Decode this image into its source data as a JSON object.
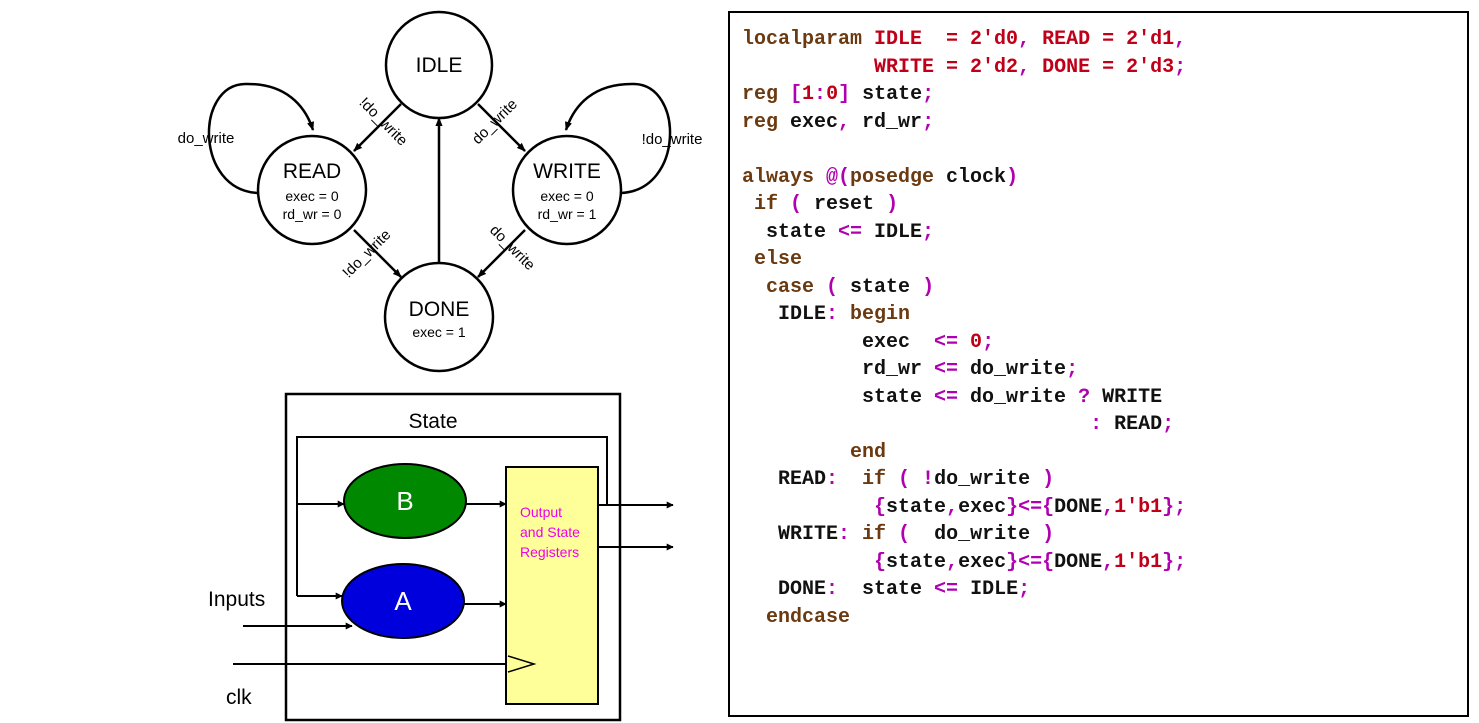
{
  "state_diagram": {
    "states": [
      {
        "id": "idle",
        "name": "IDLE",
        "outputs": []
      },
      {
        "id": "read",
        "name": "READ",
        "outputs": [
          "exec = 0",
          "rd_wr = 0"
        ]
      },
      {
        "id": "write",
        "name": "WRITE",
        "outputs": [
          "exec = 0",
          "rd_wr = 1"
        ]
      },
      {
        "id": "done",
        "name": "DONE",
        "outputs": [
          "exec = 1"
        ]
      }
    ],
    "transitions": [
      {
        "from": "idle",
        "to": "read",
        "label": "!do_write"
      },
      {
        "from": "idle",
        "to": "write",
        "label": "do_write"
      },
      {
        "from": "read",
        "to": "read",
        "label": "do_write"
      },
      {
        "from": "write",
        "to": "write",
        "label": "!do_write"
      },
      {
        "from": "read",
        "to": "done",
        "label": "!do_write"
      },
      {
        "from": "write",
        "to": "done",
        "label": "do_write"
      },
      {
        "from": "done",
        "to": "idle",
        "label": ""
      }
    ]
  },
  "block_diagram": {
    "title": "State",
    "block_b": "B",
    "block_a": "A",
    "register_label": [
      "Output",
      "and State",
      "Registers"
    ],
    "inputs_label": "Inputs",
    "clk_label": "clk",
    "colors": {
      "block_b": "#008800",
      "block_a": "#0000dd",
      "register": "#ffff99",
      "register_text": "#ee00ee"
    }
  },
  "code": {
    "lines": [
      [
        [
          "kw",
          "localparam "
        ],
        [
          "num",
          "IDLE  = 2'd0"
        ],
        [
          "op",
          ", "
        ],
        [
          "num",
          "READ = 2'd1"
        ],
        [
          "op",
          ","
        ]
      ],
      [
        [
          "id",
          "           "
        ],
        [
          "num",
          "WRITE = 2'd2"
        ],
        [
          "op",
          ", "
        ],
        [
          "num",
          "DONE = 2'd3"
        ],
        [
          "op",
          ";"
        ]
      ],
      [
        [
          "kw",
          "reg "
        ],
        [
          "op",
          "["
        ],
        [
          "num",
          "1"
        ],
        [
          "op",
          ":"
        ],
        [
          "num",
          "0"
        ],
        [
          "op",
          "]"
        ],
        [
          "id",
          " state"
        ],
        [
          "op",
          ";"
        ]
      ],
      [
        [
          "kw",
          "reg "
        ],
        [
          "id",
          "exec"
        ],
        [
          "op",
          ","
        ],
        [
          "id",
          " rd_wr"
        ],
        [
          "op",
          ";"
        ]
      ],
      [
        [
          "id",
          ""
        ]
      ],
      [
        [
          "kw",
          "always "
        ],
        [
          "op",
          "@("
        ],
        [
          "kw",
          "posedge "
        ],
        [
          "id",
          "clock"
        ],
        [
          "op",
          ")"
        ]
      ],
      [
        [
          "id",
          " "
        ],
        [
          "kw",
          "if "
        ],
        [
          "op",
          "( "
        ],
        [
          "id",
          "reset "
        ],
        [
          "op",
          ")"
        ]
      ],
      [
        [
          "id",
          "  state "
        ],
        [
          "op",
          "<= "
        ],
        [
          "id",
          "IDLE"
        ],
        [
          "op",
          ";"
        ]
      ],
      [
        [
          "id",
          " "
        ],
        [
          "kw",
          "else"
        ]
      ],
      [
        [
          "id",
          "  "
        ],
        [
          "kw",
          "case "
        ],
        [
          "op",
          "( "
        ],
        [
          "id",
          "state "
        ],
        [
          "op",
          ")"
        ]
      ],
      [
        [
          "id",
          "   IDLE"
        ],
        [
          "op",
          ": "
        ],
        [
          "kw",
          "begin"
        ]
      ],
      [
        [
          "id",
          "          exec  "
        ],
        [
          "op",
          "<= "
        ],
        [
          "num",
          "0"
        ],
        [
          "op",
          ";"
        ]
      ],
      [
        [
          "id",
          "          rd_wr "
        ],
        [
          "op",
          "<= "
        ],
        [
          "id",
          "do_write"
        ],
        [
          "op",
          ";"
        ]
      ],
      [
        [
          "id",
          "          state "
        ],
        [
          "op",
          "<= "
        ],
        [
          "id",
          "do_write "
        ],
        [
          "op",
          "? "
        ],
        [
          "id",
          "WRITE"
        ]
      ],
      [
        [
          "id",
          "                             "
        ],
        [
          "op",
          ": "
        ],
        [
          "id",
          "READ"
        ],
        [
          "op",
          ";"
        ]
      ],
      [
        [
          "id",
          "         "
        ],
        [
          "kw",
          "end"
        ]
      ],
      [
        [
          "id",
          "   READ"
        ],
        [
          "op",
          ":  "
        ],
        [
          "kw",
          "if "
        ],
        [
          "op",
          "( !"
        ],
        [
          "id",
          "do_write "
        ],
        [
          "op",
          ")"
        ]
      ],
      [
        [
          "id",
          "           "
        ],
        [
          "op",
          "{"
        ],
        [
          "id",
          "state"
        ],
        [
          "op",
          ","
        ],
        [
          "id",
          "exec"
        ],
        [
          "op",
          "}<={"
        ],
        [
          "id",
          "DONE"
        ],
        [
          "op",
          ","
        ],
        [
          "num",
          "1'b1"
        ],
        [
          "op",
          "};"
        ]
      ],
      [
        [
          "id",
          "   WRITE"
        ],
        [
          "op",
          ": "
        ],
        [
          "kw",
          "if "
        ],
        [
          "op",
          "(  "
        ],
        [
          "id",
          "do_write "
        ],
        [
          "op",
          ")"
        ]
      ],
      [
        [
          "id",
          "           "
        ],
        [
          "op",
          "{"
        ],
        [
          "id",
          "state"
        ],
        [
          "op",
          ","
        ],
        [
          "id",
          "exec"
        ],
        [
          "op",
          "}<={"
        ],
        [
          "id",
          "DONE"
        ],
        [
          "op",
          ","
        ],
        [
          "num",
          "1'b1"
        ],
        [
          "op",
          "};"
        ]
      ],
      [
        [
          "id",
          "   DONE"
        ],
        [
          "op",
          ":  "
        ],
        [
          "id",
          "state "
        ],
        [
          "op",
          "<= "
        ],
        [
          "id",
          "IDLE"
        ],
        [
          "op",
          ";"
        ]
      ],
      [
        [
          "id",
          "  "
        ],
        [
          "kw",
          "endcase"
        ]
      ]
    ]
  }
}
